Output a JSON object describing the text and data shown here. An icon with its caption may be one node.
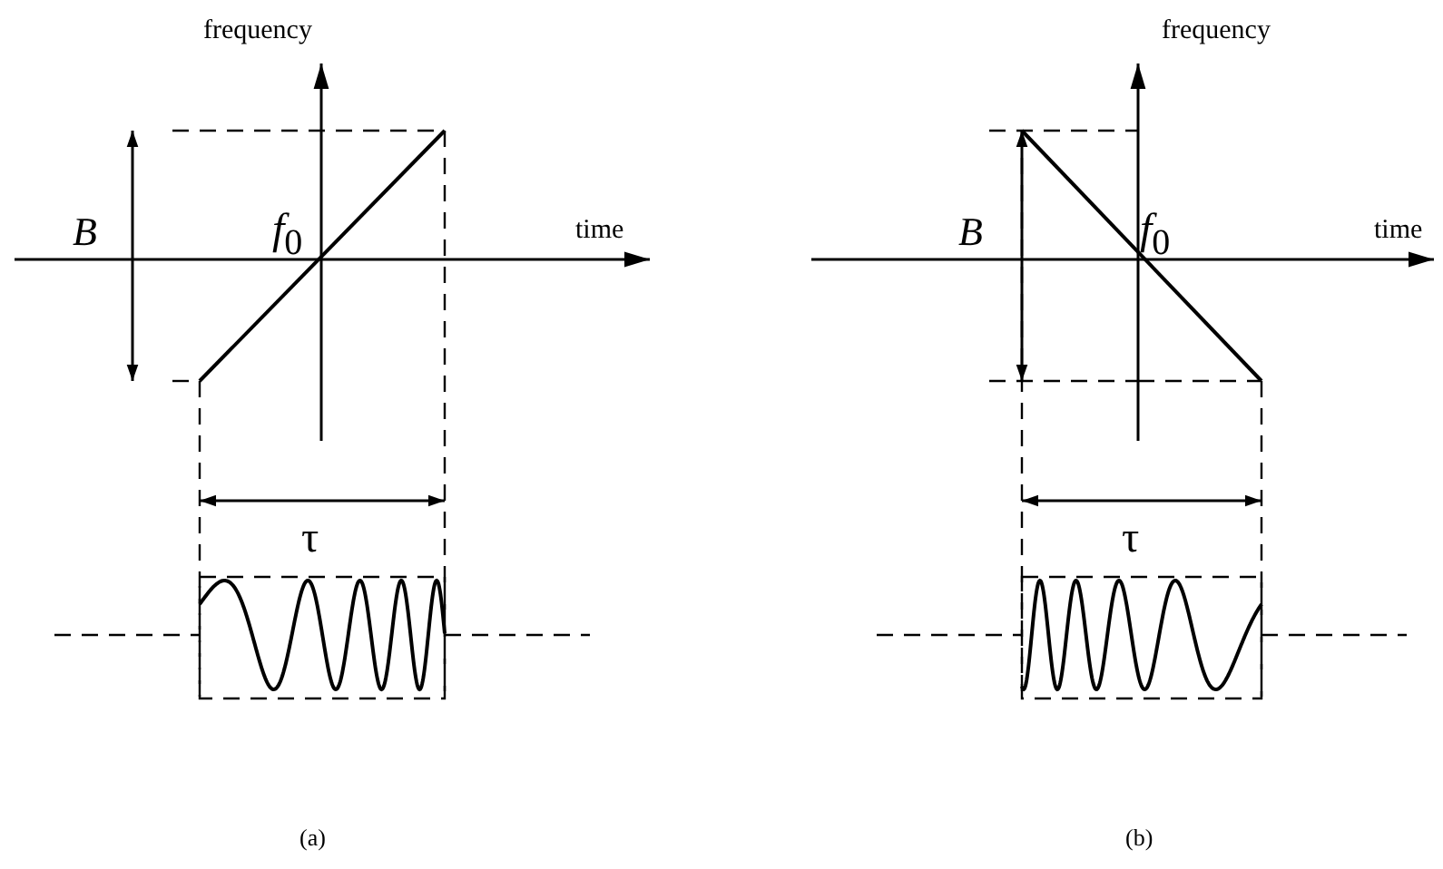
{
  "diagram": {
    "labels": [
      "frequency",
      "B",
      "*f*$_{0}$",
      "time",
      "τ",
      "(a)",
      "frequency",
      "B",
      "*f*$_{0}$",
      "time",
      "τ",
      "(b)"
    ]
  }
}
